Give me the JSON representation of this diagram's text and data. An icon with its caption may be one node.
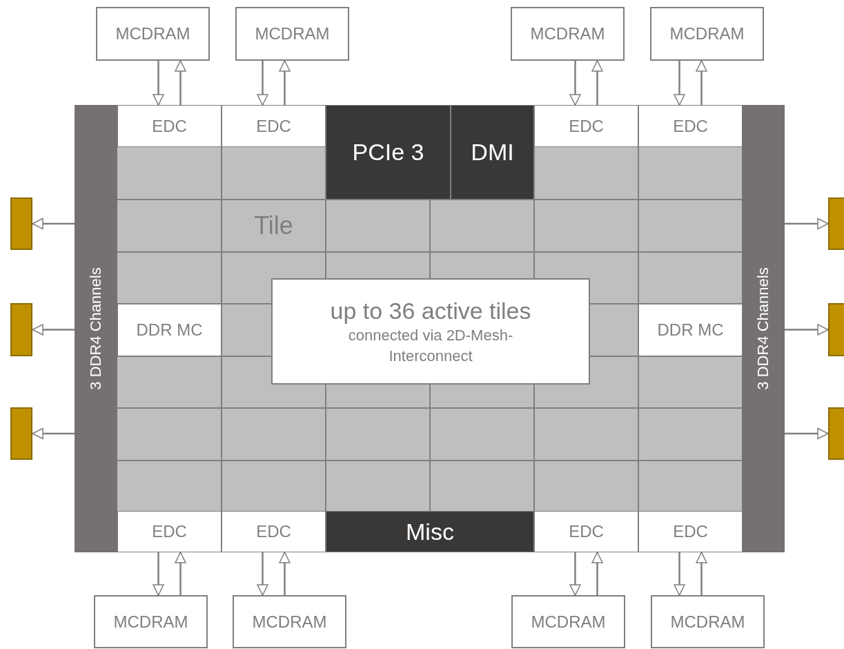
{
  "diagram": {
    "nodes": [
      {
        "text": [
          "MCDRAM"
        ]
      },
      {
        "text": [
          "MCDRAM"
        ]
      },
      {
        "text": [
          "MCDRAM"
        ]
      },
      {
        "text": [
          "MCDRAM"
        ]
      },
      {
        "text": [
          "3 DDR4 Channels"
        ]
      },
      {
        "text": [
          "EDC"
        ]
      },
      {
        "text": [
          "EDC"
        ]
      },
      {
        "text": [
          "PCIe 3"
        ]
      },
      {
        "text": [
          "DMI"
        ]
      },
      {
        "text": [
          "EDC"
        ]
      },
      {
        "text": [
          "EDC"
        ]
      },
      {
        "text": [
          "3 DDR4 Channels"
        ]
      },
      {
        "text": [
          "Tile"
        ]
      },
      {
        "text": [
          "up to 36 active tiles",
          "connected via 2D-Mesh-Interconnect"
        ]
      },
      {
        "text": [
          "DDR MC"
        ]
      },
      {
        "text": [
          "DDR MC"
        ]
      },
      {
        "text": [
          "EDC"
        ]
      },
      {
        "text": [
          "EDC"
        ]
      },
      {
        "text": [
          "Misc"
        ]
      },
      {
        "text": [
          "EDC"
        ]
      },
      {
        "text": [
          "EDC"
        ]
      },
      {
        "text": [
          "MCDRAM"
        ]
      },
      {
        "text": [
          "MCDRAM"
        ]
      },
      {
        "text": [
          "MCDRAM"
        ]
      },
      {
        "text": [
          "MCDRAM"
        ]
      },
      {
        "text": [],
        "shape": "box"
      },
      {
        "text": [],
        "shape": "box"
      },
      {
        "text": [],
        "shape": "box"
      },
      {
        "text": [],
        "shape": "box"
      },
      {
        "text": [],
        "shape": "box"
      },
      {
        "text": [],
        "shape": "box"
      }
    ],
    "edges": [
      {
        "from": 0,
        "to": 5,
        "arrow": "to"
      },
      {
        "from": 5,
        "to": 0,
        "arrow": "to"
      },
      {
        "from": 1,
        "to": 6,
        "arrow": "to"
      },
      {
        "from": 6,
        "to": 1,
        "arrow": "to"
      },
      {
        "from": 2,
        "to": 9,
        "arrow": "to"
      },
      {
        "from": 9,
        "to": 2,
        "arrow": "to"
      },
      {
        "from": 3,
        "to": 10,
        "arrow": "to"
      },
      {
        "from": 10,
        "to": 3,
        "arrow": "to"
      },
      {
        "from": 16,
        "to": 21,
        "arrow": "to"
      },
      {
        "from": 21,
        "to": 16,
        "arrow": "to"
      },
      {
        "from": 17,
        "to": 22,
        "arrow": "to"
      },
      {
        "from": 22,
        "to": 17,
        "arrow": "to"
      },
      {
        "from": 19,
        "to": 23,
        "arrow": "to"
      },
      {
        "from": 23,
        "to": 19,
        "arrow": "to"
      },
      {
        "from": 20,
        "to": 24,
        "arrow": "to"
      },
      {
        "from": 24,
        "to": 20,
        "arrow": "to"
      },
      {
        "from": 4,
        "to": 25,
        "arrow": "to"
      },
      {
        "from": 4,
        "to": 26,
        "arrow": "to"
      },
      {
        "from": 4,
        "to": 27,
        "arrow": "to"
      },
      {
        "from": 11,
        "to": 28,
        "arrow": "to"
      },
      {
        "from": 11,
        "to": 29,
        "arrow": "to"
      },
      {
        "from": 11,
        "to": 30,
        "arrow": "to"
      }
    ]
  }
}
